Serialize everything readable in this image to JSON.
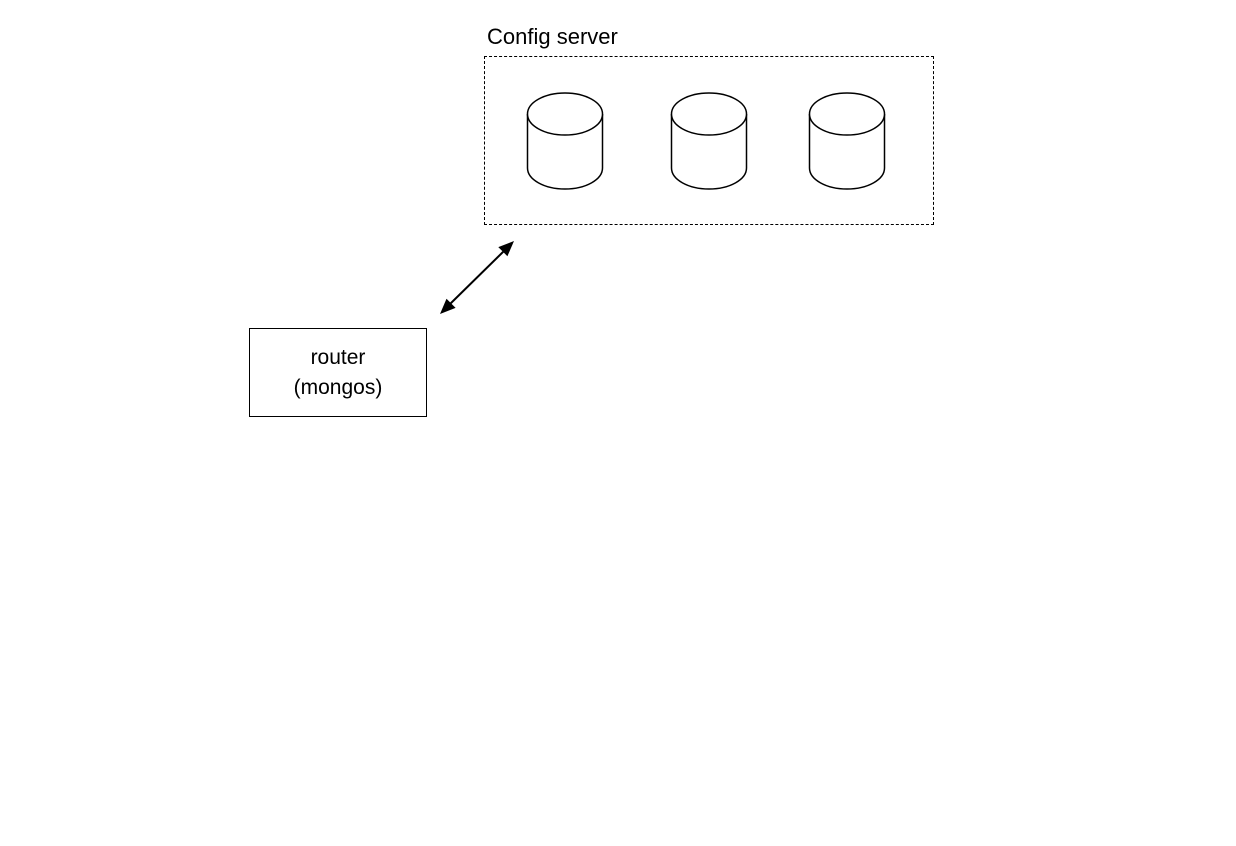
{
  "config_server": {
    "label": "Config server",
    "nodes": [
      {
        "icon": "database-icon"
      },
      {
        "icon": "database-icon"
      },
      {
        "icon": "database-icon"
      }
    ]
  },
  "router": {
    "line1": "router",
    "line2": "(mongos)"
  },
  "connection": {
    "icon": "bidirectional-arrow-icon"
  }
}
